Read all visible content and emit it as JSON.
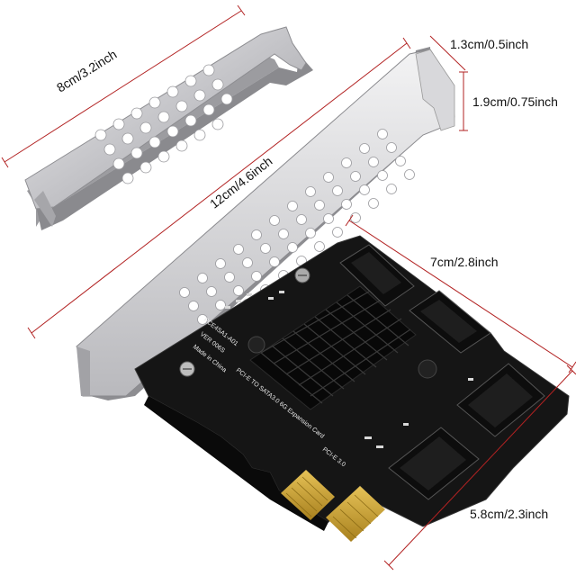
{
  "dimensions": {
    "small_bracket_length": "8cm/3.2inch",
    "large_bracket_length": "12cm/4.6inch",
    "bracket_tab_width": "1.3cm/0.5inch",
    "bracket_tab_height": "1.9cm/0.75inch",
    "card_length": "7cm/2.8inch",
    "card_height": "5.8cm/2.3inch"
  },
  "board_text": {
    "model": "PCE4SA1-A01",
    "version": "VER 006S",
    "origin": "Made in China",
    "title": "PCI-E TO SATA3.0 6G Expansion Card",
    "interface": "PCI-E 3.0"
  },
  "colors": {
    "pcb": "#1a1a1a",
    "bracket": "#c9c9cc",
    "heatsink": "#0d0d0d",
    "gold_finger": "#c9a233",
    "dimension_line": "#b22222"
  }
}
